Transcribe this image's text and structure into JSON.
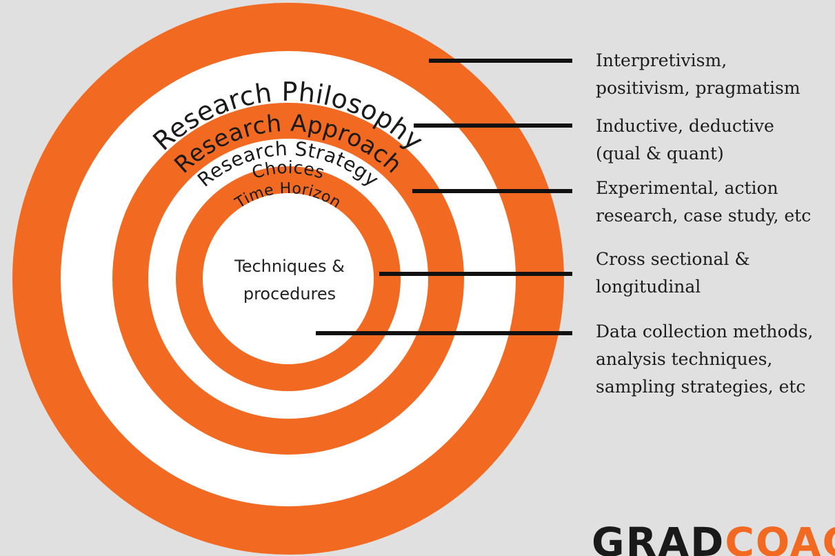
{
  "colors": {
    "background": "#e0e0e0",
    "orange": "#f26a21",
    "white": "#ffffff",
    "dark_text": "#1c1c1c"
  },
  "rings": {
    "research_philosophy": "Research Philosophy",
    "research_approach": "Research Approach",
    "research_strategy": "Research Strategy",
    "choices": "Choices",
    "time_horizon": "Time Horizon"
  },
  "center": {
    "line1": "Techniques &",
    "line2": "procedures"
  },
  "descriptions": {
    "philosophy": [
      "Interpretivism,",
      "positivism, pragmatism"
    ],
    "approach": [
      "Inductive, deductive",
      "(qual & quant)"
    ],
    "strategy": [
      "Experimental, action",
      "research, case study, etc"
    ],
    "time_horizon": [
      "Cross sectional &",
      "longitudinal"
    ],
    "techniques": [
      "Data collection methods,",
      "analysis techniques,",
      "sampling strategies, etc"
    ]
  },
  "logo": {
    "part1": "GRAD",
    "part2": "COACH"
  }
}
